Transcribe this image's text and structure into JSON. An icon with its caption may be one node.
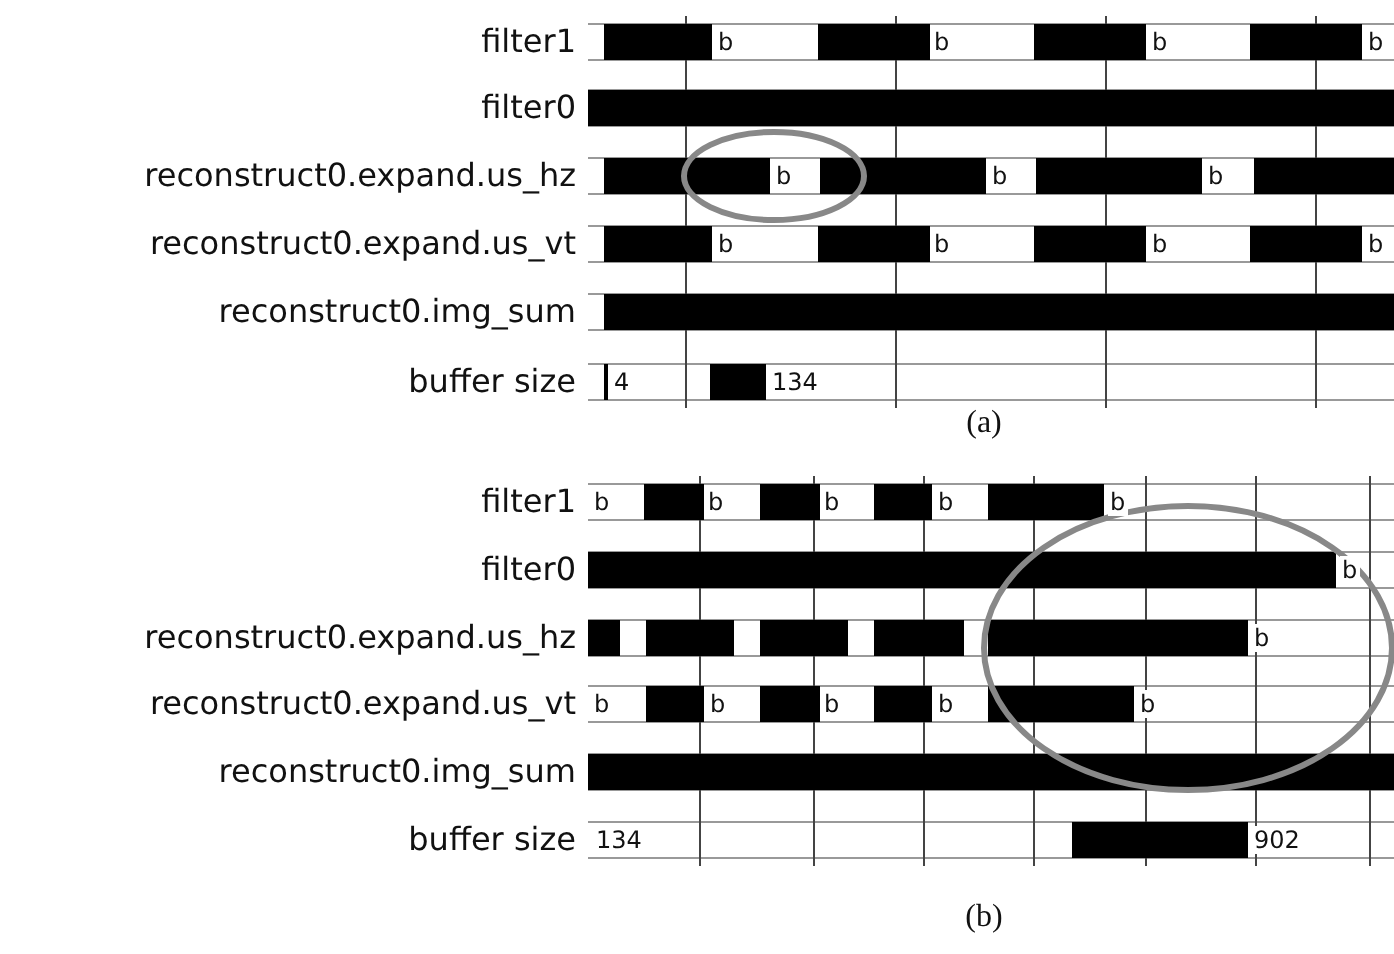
{
  "diagram": {
    "labels": [
      "filter1",
      "b",
      "b",
      "b",
      "b",
      "filter0",
      "reconstruct0.expand.us_hz",
      "b",
      "b",
      "b",
      "reconstruct0.expand.us_vt",
      "b",
      "b",
      "b",
      "b",
      "reconstruct0.img_sum",
      "buffer size",
      "4",
      "134",
      "(a)",
      "filter1",
      "b",
      "b",
      "b",
      "b",
      "b",
      "filter0",
      "b",
      "reconstruct0.expand.us_hz",
      "b",
      "reconstruct0.expand.us_vt",
      "b",
      "b",
      "b",
      "b",
      "b",
      "reconstruct0.img_sum",
      "buffer size",
      "134",
      "902",
      "(b)"
    ]
  }
}
